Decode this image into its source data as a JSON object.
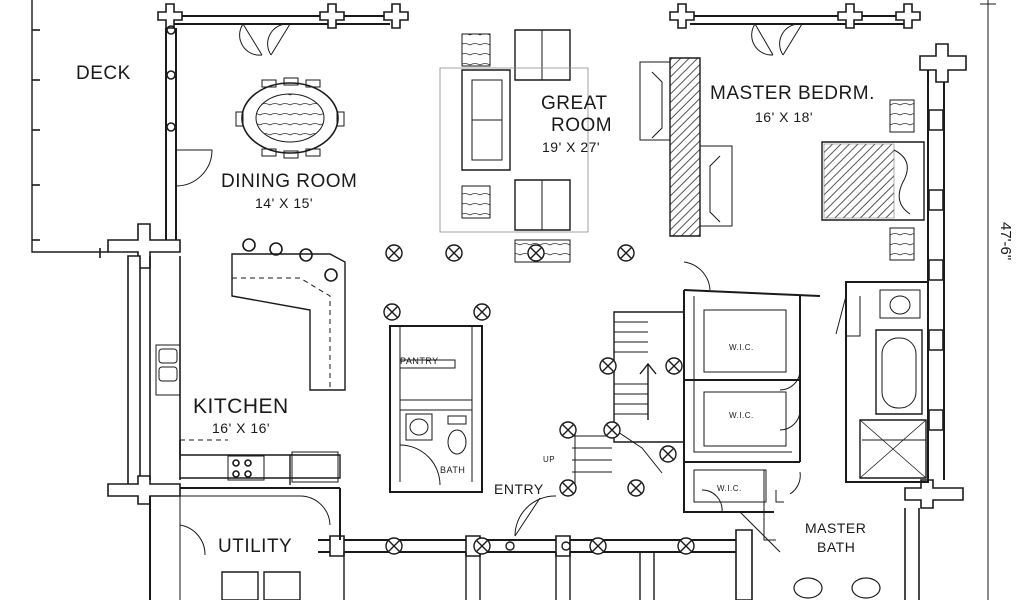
{
  "rooms": {
    "deck": {
      "name": "DECK"
    },
    "dining": {
      "name": "DINING ROOM",
      "size": "14' X 15'"
    },
    "great": {
      "name_line1": "GREAT",
      "name_line2": "ROOM",
      "size": "19' X 27'"
    },
    "master_bed": {
      "name": "MASTER BEDRM.",
      "size": "16' X 18'"
    },
    "kitchen": {
      "name": "KITCHEN",
      "size": "16' X 16'"
    },
    "pantry": {
      "name": "PANTRY"
    },
    "bath": {
      "name": "BATH"
    },
    "entry": {
      "name": "ENTRY"
    },
    "utility": {
      "name": "UTILITY"
    },
    "master_bath": {
      "name_line1": "MASTER",
      "name_line2": "BATH"
    },
    "wic1": {
      "name": "W.I.C."
    },
    "wic2": {
      "name": "W.I.C."
    },
    "wic3": {
      "name": "W.I.C."
    }
  },
  "annotations": {
    "stair_up": "UP",
    "overall_dimension": "47'-6\""
  },
  "colors": {
    "line": "#1a1a1a",
    "background": "#ffffff",
    "hatch": "#555555"
  }
}
